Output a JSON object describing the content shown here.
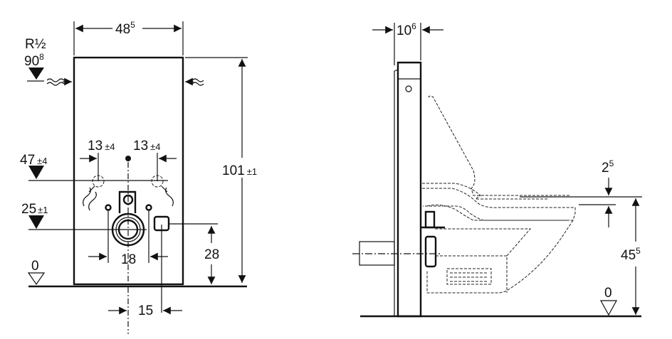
{
  "front_view": {
    "width_label": "48",
    "width_sup": "5",
    "connection_label": "R½",
    "water_height": "90",
    "water_height_sup": "8",
    "height_label": "101",
    "height_tol": "±1",
    "left_offset": "13",
    "left_offset_tol": "±4",
    "right_offset": "13",
    "right_offset_tol": "±4",
    "supply_height": "47",
    "supply_height_tol": "±4",
    "outlet_height": "25",
    "outlet_height_tol": "±1",
    "bolt_spacing": "18",
    "socket_height": "28",
    "socket_offset": "15",
    "floor_level": "0"
  },
  "side_view": {
    "depth_label": "10",
    "depth_sup": "6",
    "seat_gap": "2",
    "seat_gap_sup": "5",
    "seat_height": "45",
    "seat_height_sup": "5",
    "floor_level": "0"
  }
}
